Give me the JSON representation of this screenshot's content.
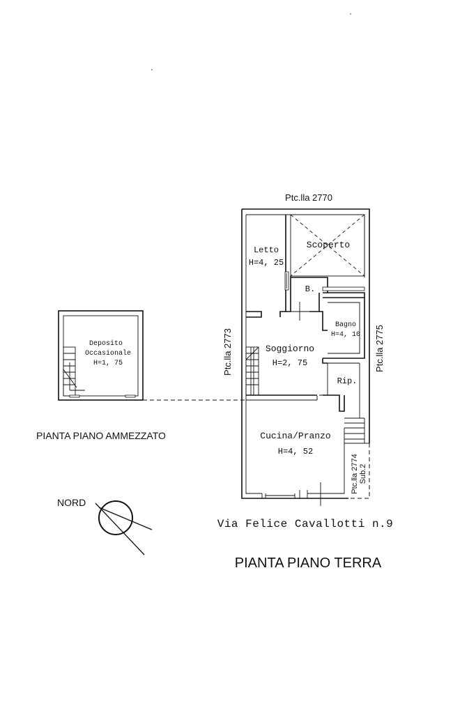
{
  "parcels": {
    "top": "Ptc.lla 2770",
    "left": "Ptc.lla 2773",
    "right": "Ptc.lla 2775",
    "bottom_right_line1": "Ptc.lla 2774",
    "bottom_right_line2": "Sub.2"
  },
  "rooms": {
    "letto": {
      "name": "Letto",
      "height": "H=4, 25"
    },
    "scoperto": {
      "name": "Scoperto"
    },
    "b": {
      "name": "B."
    },
    "bagno": {
      "name": "Bagno",
      "height": "H=4, 10"
    },
    "soggiorno": {
      "name": "Soggiorno",
      "height": "H=2, 75"
    },
    "rip": {
      "name": "Rip."
    },
    "cucina": {
      "name": "Cucina/Pranzo",
      "height": "H=4, 52"
    },
    "deposito": {
      "name_line1": "Deposito",
      "name_line2": "Occasionale",
      "height": "H=1, 75"
    }
  },
  "titles": {
    "mezzanine": "PIANTA PIANO AMMEZZATO",
    "ground": "PIANTA PIANO TERRA"
  },
  "address": "Via Felice Cavallotti n.9",
  "north_label": "NORD"
}
